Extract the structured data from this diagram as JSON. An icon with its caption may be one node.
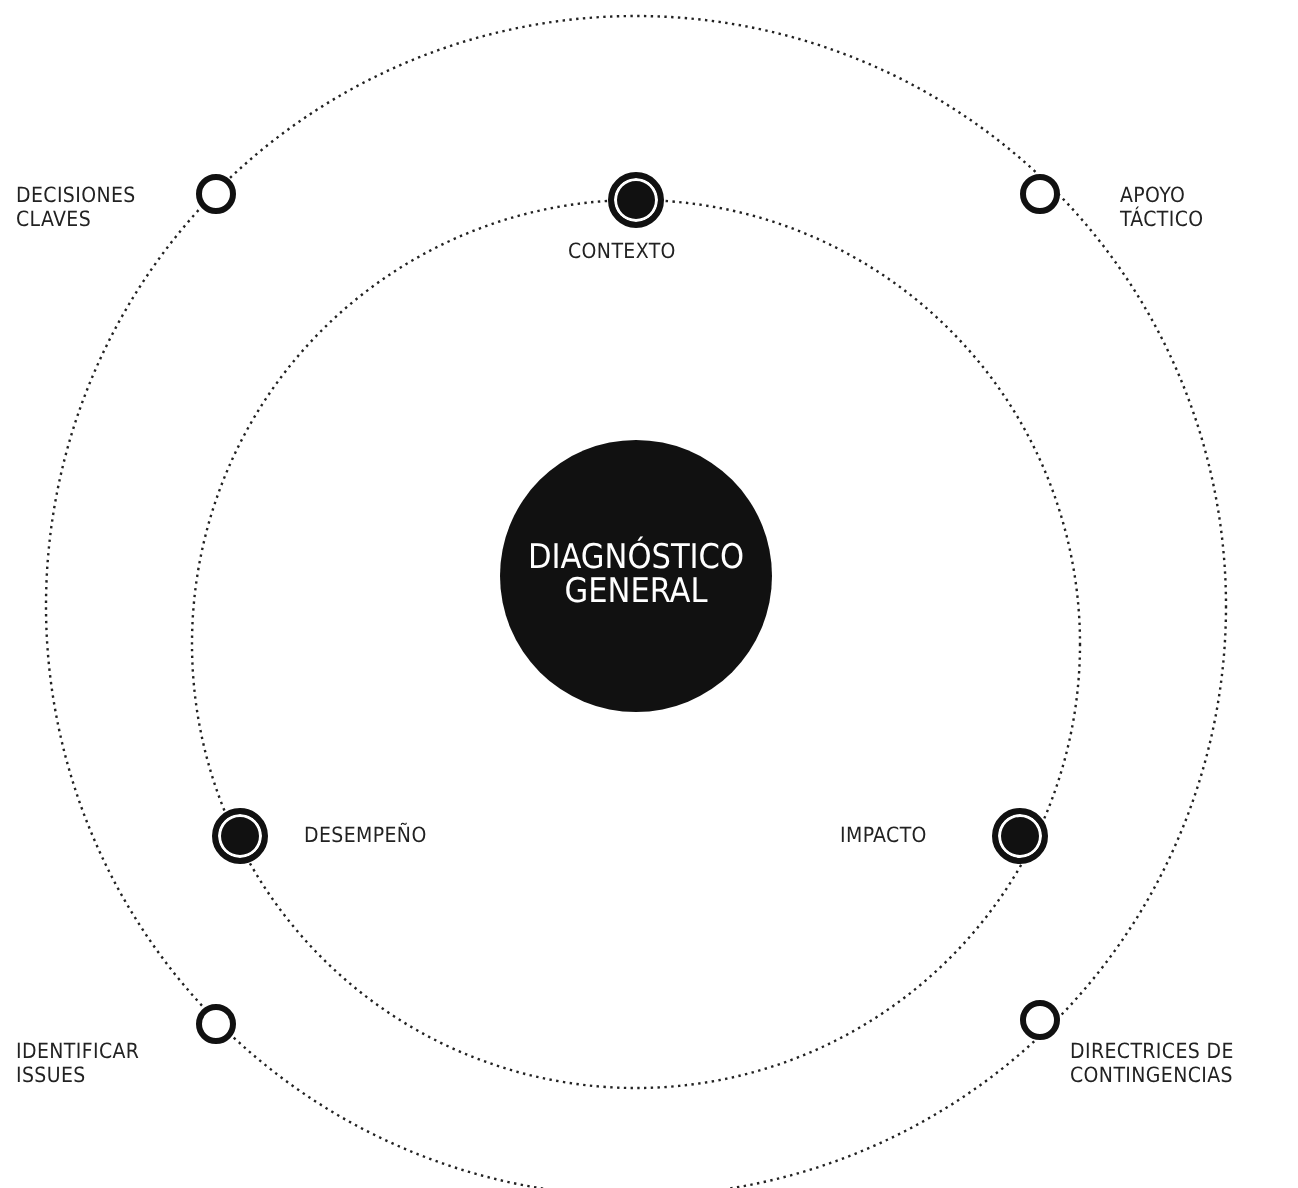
{
  "diagram": {
    "nodes": [
      {
        "text": [],
        "shape": "circle",
        "beside": [
          "DECISIONES CLAVES"
        ]
      },
      {
        "text": [],
        "shape": "dot",
        "beside": [
          "CONTEXTO"
        ]
      },
      {
        "text": [],
        "shape": "circle",
        "beside": [
          "APOYO TÁCTICO"
        ]
      },
      {
        "text": [
          "DIAGNÓSTICO GENERAL"
        ]
      },
      {
        "text": [],
        "shape": "dot",
        "beside": [
          "DESEMPEÑO"
        ]
      },
      {
        "text": [],
        "shape": "dot",
        "beside": [
          "IMPACTO"
        ]
      },
      {
        "text": [],
        "shape": "circle",
        "beside": [
          "IDENTIFICAR ISSUES"
        ]
      },
      {
        "text": [],
        "shape": "circle",
        "beside": [
          "DIRECTRICES DE CONTINGENCIAS"
        ]
      }
    ],
    "edges": []
  }
}
